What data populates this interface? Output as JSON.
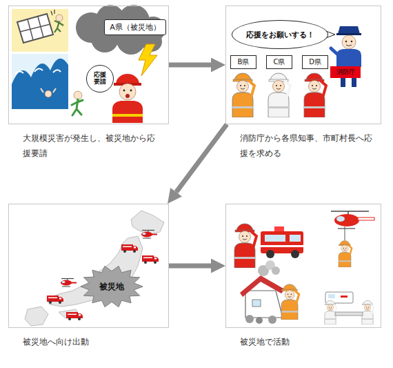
{
  "diagram": {
    "nodes": [
      {
        "text": [
          "大規模災害が発生し、被災地から応援要請"
        ]
      },
      {
        "text": [
          "A県（被災地）"
        ],
        "in": 0
      },
      {
        "text": [
          "応援要請"
        ],
        "in": 0
      },
      {
        "text": [
          "消防庁から各県知事、市町村長へ応援を求める"
        ]
      },
      {
        "text": [
          "応援をお願いする！"
        ],
        "in": 3
      },
      {
        "text": [
          "B県"
        ],
        "in": 3
      },
      {
        "text": [
          "C県"
        ],
        "in": 3
      },
      {
        "text": [
          "D県"
        ],
        "in": 3
      },
      {
        "text": [
          "消防庁"
        ],
        "in": 3
      },
      {
        "text": [
          "被災地へ向け出動"
        ]
      },
      {
        "text": [
          "被災地"
        ],
        "in": 9
      },
      {
        "text": [
          "被災地で活動"
        ]
      }
    ],
    "edges": [
      {
        "from": 0,
        "to": 3,
        "arrow": "to"
      },
      {
        "from": 3,
        "to": 9,
        "arrow": "to"
      },
      {
        "from": 9,
        "to": 11,
        "arrow": "to"
      }
    ]
  }
}
